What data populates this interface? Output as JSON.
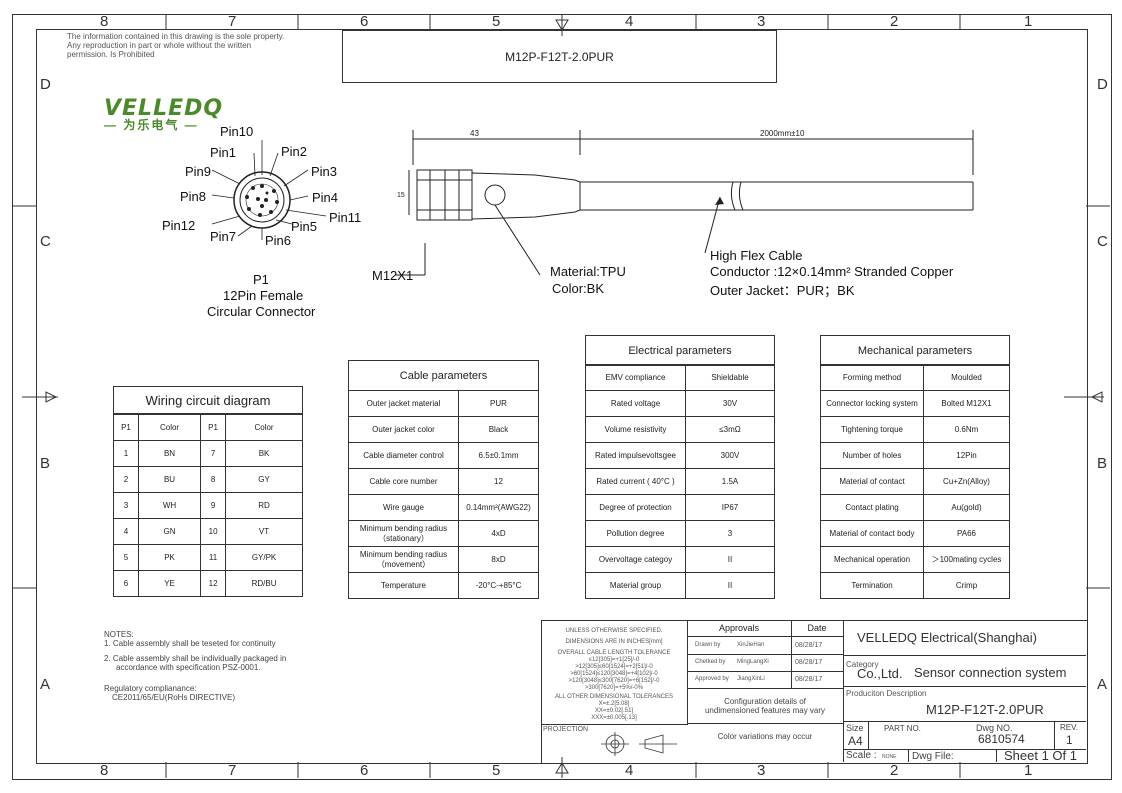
{
  "frame": {
    "col_labels": [
      "8",
      "7",
      "6",
      "5",
      "4",
      "3",
      "2",
      "1"
    ],
    "row_labels": [
      "D",
      "C",
      "B",
      "A"
    ]
  },
  "notice": "The information contained in this drawing is the sole property.  Any reproduction in part or whole without the written permission. Is Prohibited",
  "title": "M12P-F12T-2.0PUR",
  "logo": {
    "text": "VELLEDQ",
    "cn": "— 为乐电气 —"
  },
  "connector": {
    "pins": [
      "Pin10",
      "Pin1",
      "Pin2",
      "Pin9",
      "Pin3",
      "Pin8",
      "Pin4",
      "Pin11",
      "Pin12",
      "Pin5",
      "Pin7",
      "Pin6"
    ],
    "label_p1": "P1",
    "label_type": "12Pin Female",
    "label_desc": "Circular Connector"
  },
  "drawing": {
    "dim_43": "43",
    "dim_2000": "2000mm±10",
    "dim_15": "15",
    "callout_m12": "M12X1",
    "callout_material": "Material:TPU",
    "callout_color": "Color:BK",
    "cable_title": "High Flex Cable",
    "cable_conductor": "Conductor :12×0.14mm² Stranded Copper",
    "cable_jacket": "Outer Jacket：PUR；BK"
  },
  "wiring": {
    "title": "Wiring circuit diagram",
    "headers": [
      "P1",
      "Color",
      "P1",
      "Color"
    ],
    "rows": [
      [
        "1",
        "BN",
        "7",
        "BK"
      ],
      [
        "2",
        "BU",
        "8",
        "GY"
      ],
      [
        "3",
        "WH",
        "9",
        "RD"
      ],
      [
        "4",
        "GN",
        "10",
        "VT"
      ],
      [
        "5",
        "PK",
        "11",
        "GY/PK"
      ],
      [
        "6",
        "YE",
        "12",
        "RD/BU"
      ]
    ]
  },
  "cable_params": {
    "title": "Cable parameters",
    "rows": [
      [
        "Outer jacket material",
        "PUR"
      ],
      [
        "Outer jacket color",
        "Black"
      ],
      [
        "Cable diameter control",
        "6.5±0.1mm"
      ],
      [
        "Cable core number",
        "12"
      ],
      [
        "Wire gauge",
        "0.14mm²(AWG22)"
      ],
      [
        "Minimum bending radius（stationary）",
        "4xD"
      ],
      [
        "Minimum bending radius（movement）",
        "8xD"
      ],
      [
        "Temperature",
        "-20°C-+85°C"
      ]
    ]
  },
  "electrical": {
    "title": "Electrical parameters",
    "rows": [
      [
        "EMV compliance",
        "Shieldable"
      ],
      [
        "Rated voltage",
        "30V"
      ],
      [
        "Volume resistivity",
        "≤3mΩ"
      ],
      [
        "Rated impulsevoltsgee",
        "300V"
      ],
      [
        "Rated current ( 40°C )",
        "1.5A"
      ],
      [
        "Degree of protection",
        "IP67"
      ],
      [
        "Pollution degree",
        "3"
      ],
      [
        "Overvoltage categoy",
        "II"
      ],
      [
        "Material group",
        "II"
      ]
    ]
  },
  "mechanical": {
    "title": "Mechanical parameters",
    "rows": [
      [
        "Forming method",
        "Moulded"
      ],
      [
        "Connector locking system",
        "Bolted M12X1"
      ],
      [
        "Tightening torque",
        "0.6Nm"
      ],
      [
        "Number of holes",
        "12Pin"
      ],
      [
        "Material of contact",
        "Cu+Zn(Alloy)"
      ],
      [
        "Contact plating",
        "Au(gold)"
      ],
      [
        "Material of contact body",
        "PA66"
      ],
      [
        "Mechanical operation",
        "＞100mating cycles"
      ],
      [
        "Termination",
        "Crimp"
      ]
    ]
  },
  "notes": {
    "heading": "NOTES:",
    "n1": "1. Cable assembly shall be teseted for continuity",
    "n2a": "2. Cable assembly shall be individually packaged in",
    "n2b": "accordance with  specification PSZ-0001.",
    "reg_heading": "Regulatory complianance:",
    "reg": "CE2011/65/EU(RoHs DIRECTIVE)"
  },
  "titleblock": {
    "unless": "UNLESS OTHERWISE SPECIFIED.",
    "dims": "DIMENSIONS ARE IN INCHES[mm]",
    "tol_head": "OVERALL CABLE LENGTH TOLERANCE",
    "tol1": "≤12[305]=+1[25]/-0",
    ">tol2": "",
    "tol2": ">12[305]≤60[1524]=+2[51]/-0",
    "tol3": ">60[1524]≤120[3048]=+4[102]/-0",
    "tol4": ">120[3048]≤300[7620]=+6[152]/-0",
    "tol5": ">300[7620]=+5%/-0%",
    "dim_tol_head": "ALL OTHER DIMENSIONAL TOLERANCES",
    "dt1": "X=±.2[5.08]",
    "dt2": "XX=±0.02[.51]",
    "dt3": "XXX=±0.005[.13]",
    "projection": "PROJECTION",
    "approvals": "Approvals",
    "date": "Date",
    "drawn_by": "Drawn by",
    "drawn_name": "XinJieHan",
    "drawn_date": "08/28/17",
    "checked_by": "Chetked by",
    "checked_name": "MingLangXi",
    "checked_date": "08/28/17",
    "approved_by": "Approved by",
    "approved_name": "JiangXinLi",
    "approved_date": "08/28/17",
    "config": "Configuration details of undimensioned features may vary",
    "color_var": "Color variations may occur",
    "company": "VELLEDQ Electrical(Shanghai) Co.,Ltd.",
    "category_label": "Category",
    "category": "Sensor connection system",
    "prod_desc_label": "Produciton Description",
    "prod_desc": "M12P-F12T-2.0PUR",
    "size_label": "Size",
    "size": "A4",
    "part_no_label": "PART NO.",
    "dwg_no_label": "Dwg NO.",
    "dwg_no": "6810574",
    "rev_label": "REV.",
    "rev": "1",
    "scale_label": "Scale :",
    "scale": "NONE",
    "dwg_file_label": "Dwg File:",
    "sheet": "Sheet 1 Of 1"
  }
}
